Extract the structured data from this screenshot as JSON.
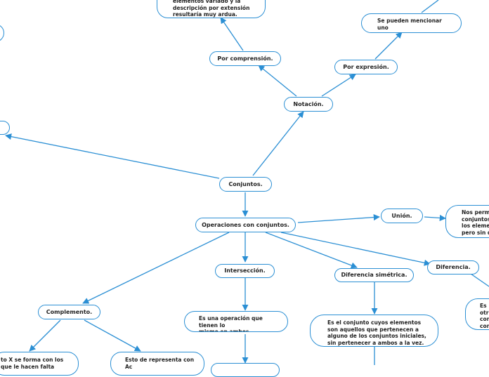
{
  "colors": {
    "line": "#2b8fd4",
    "border": "#2b8fd4",
    "text": "#222222"
  },
  "nodes": {
    "conjuntos": "Conjuntos.",
    "notacion": "Notación.",
    "por_comprension": "Por comprensión.",
    "por_expresion": "Por expresión.",
    "operaciones": "Operaciones con conjuntos.",
    "union": "Unión.",
    "interseccion": "Intersección.",
    "diferencia_simetrica": "Diferencia simétrica.",
    "diferencia": "Diferencia.",
    "complemento": "Complemento."
  },
  "notes": {
    "comprension_note": "elementos variado y la\ndescripción por extensión\nresultaría muy ardua.",
    "expresion_note": "Se pueden mencionar uno\na uno.",
    "union_note": "Nos permi\nconjuntos\nlos elemen\npero sin q",
    "interseccion_note": "Es una operación que tienen lo\nmismo en ambos conjuntos.",
    "simetrica_note": "Es el conjunto cuyos elementos\nson aquellos que pertenecen a\nalguno de los conjuntos iniciales,\nsin pertenecer a ambos a la vez.",
    "diferencia_note": "Es\notr\ncon\ncon",
    "complemento_note_left": "to X se forma con los\n  que le hacen falta",
    "complemento_note_right": "Esto de representa con\nAc"
  }
}
